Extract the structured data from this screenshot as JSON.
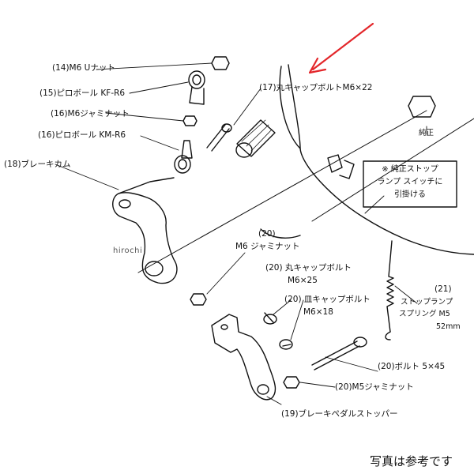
{
  "watermark": "hirochi",
  "caption": "写真は参考です",
  "note_lines": [
    "※ 純正ストップ",
    "ランプ スイッチに",
    "引掛ける"
  ],
  "labels": {
    "p14": "(14)M6 Uナット",
    "p15": "(15)ピロボール KF-R6",
    "p16a": "(16)M6ジャミナット",
    "p16b": "(16)ピロボール KM-R6",
    "p17": "(17)丸キャップボルトM6×22",
    "p18": "(18)ブレーキカム",
    "p20a_num": "(20)",
    "p20a": "M6 ジャミナット",
    "p20b": "(20) 丸キャップボルト",
    "p20b_size": "M6×25",
    "p20c": "(20) 皿キャップボルト",
    "p20c_size": "M6×18",
    "p20d": "(20)ボルト 5×45",
    "p20e": "(20)M5ジャミナット",
    "p21_num": "(21)",
    "p21_l1": "ストップランプ",
    "p21_l2": "スプリング M5",
    "p21_l3": "52mm",
    "p19": "(19)ブレーキペダルストッパー",
    "genuine": "純正"
  },
  "colors": {
    "arrow": "#e3262a",
    "line": "#111111",
    "bg": "#ffffff"
  }
}
